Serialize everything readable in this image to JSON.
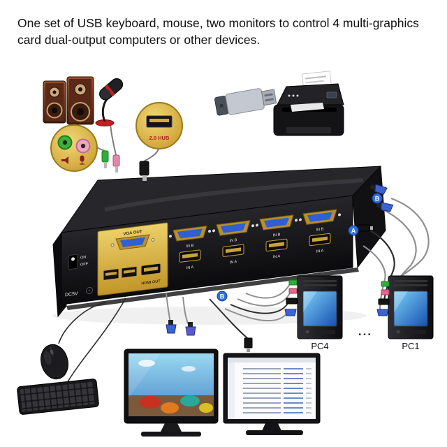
{
  "title": {
    "line1": "One set of USB keyboard, mouse, two monitors to control 4 multi-graphics",
    "line2": "card dual-output computers or other devices."
  },
  "hub": {
    "label": "2.0 HUB"
  },
  "kvm": {
    "vga_out": "VGA OUT",
    "hdmi_out": "HDMI OUT",
    "on": "ON",
    "off": "OFF",
    "dc": "DC5V",
    "in_a": "IN A",
    "in_b": "IN B"
  },
  "pcs": {
    "pc4": "PC4",
    "pc1": "PC1",
    "ellipsis": "..."
  },
  "badges": {
    "a": "A",
    "b": "B"
  },
  "colors": {
    "gold": "#d4a93f",
    "vga_blue": "#2f5fd0",
    "badge": "#2f6fe4",
    "audio_green": "#3fae3f",
    "audio_pink": "#eaa8c0"
  }
}
